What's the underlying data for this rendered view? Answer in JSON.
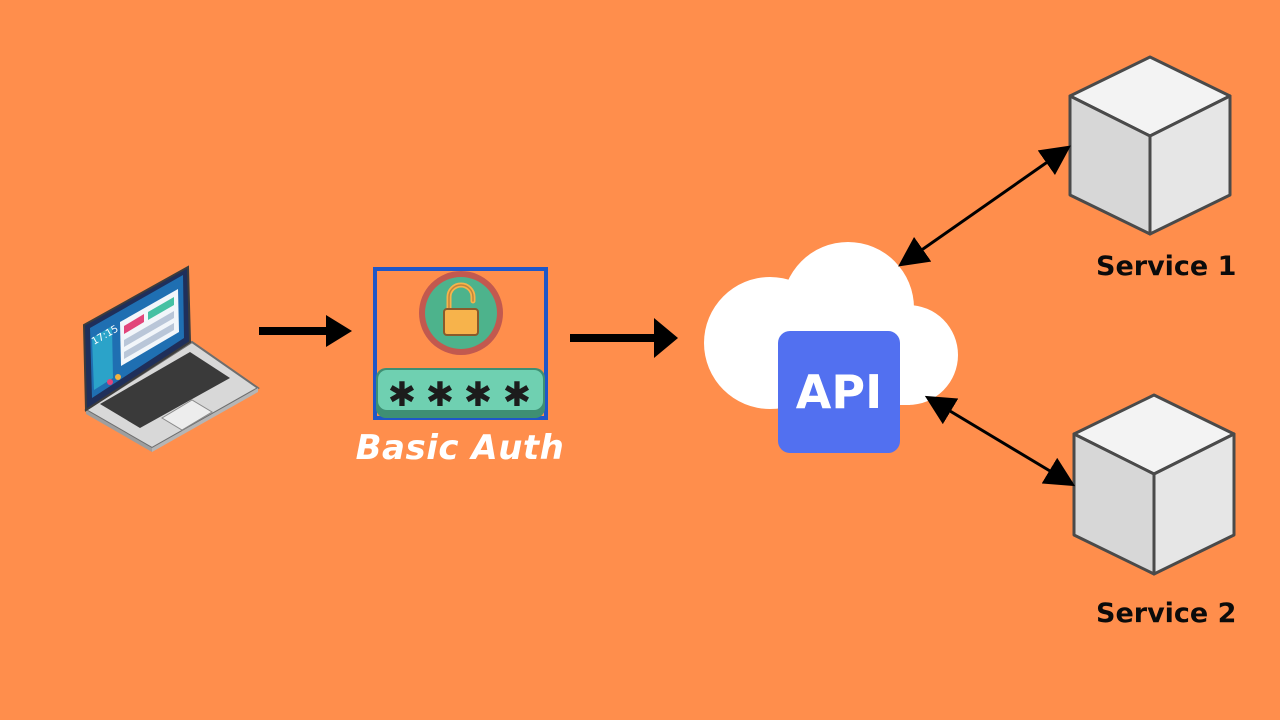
{
  "diagram": {
    "auth_label": "Basic Auth",
    "api_label": "API",
    "laptop_clock": "17:15",
    "password_mask": [
      "✱",
      "✱",
      "✱",
      "✱"
    ],
    "services": [
      {
        "label": "Service 1"
      },
      {
        "label": "Service 2"
      }
    ]
  },
  "colors": {
    "background": "#FF8E4C",
    "api_box": "#5270F0",
    "auth_frame": "#1F57C7",
    "lock_circle": "#4DB38C",
    "lock_ring": "#C2594F",
    "lock_body": "#F7B34B",
    "password_bar": "#6FD0B1",
    "cloud": "#FFFFFF",
    "cube_stroke": "#4A4A4A"
  },
  "icons": [
    "laptop-icon",
    "lock-icon",
    "cloud-icon",
    "cube-icon"
  ]
}
